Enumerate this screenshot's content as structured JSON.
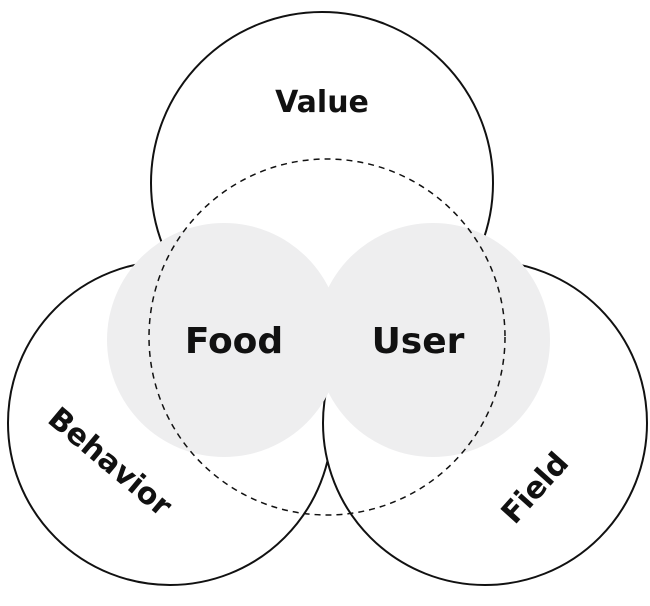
{
  "diagram": {
    "outer_labels": {
      "top": "Value",
      "left": "Behavior",
      "right": "Field"
    },
    "inner_labels": {
      "left": "Food",
      "right": "User"
    },
    "colors": {
      "stroke": "#111111",
      "inner_fill": "#eeeeef",
      "background": "#ffffff",
      "text": "#111111"
    }
  }
}
